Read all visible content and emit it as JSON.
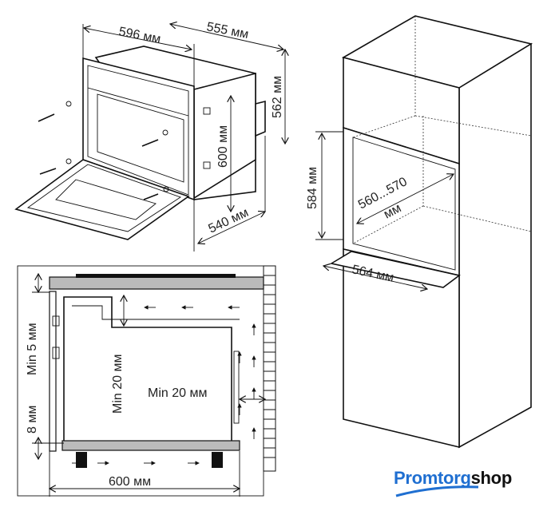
{
  "oven_view": {
    "width_label": "596 мм",
    "depth_label": "555 мм",
    "body_height_label": "562 мм",
    "front_height_label": "600 мм",
    "body_depth_label": "540 мм"
  },
  "cabinet_view": {
    "niche_height_label": "584 мм",
    "niche_width_label": "560...570",
    "niche_width_unit": "мм",
    "niche_depth_label": "564 мм"
  },
  "section_view": {
    "top_gap_label": "Min 5 мм",
    "rear_gap_label": "Min 20 мм",
    "side_gap_label": "Min 20 мм",
    "bottom_gap_label": "8 мм",
    "width_label": "600 мм"
  },
  "logo": {
    "part1": "Promtorg",
    "part2": "shop",
    "color": "#1f6fd1"
  }
}
